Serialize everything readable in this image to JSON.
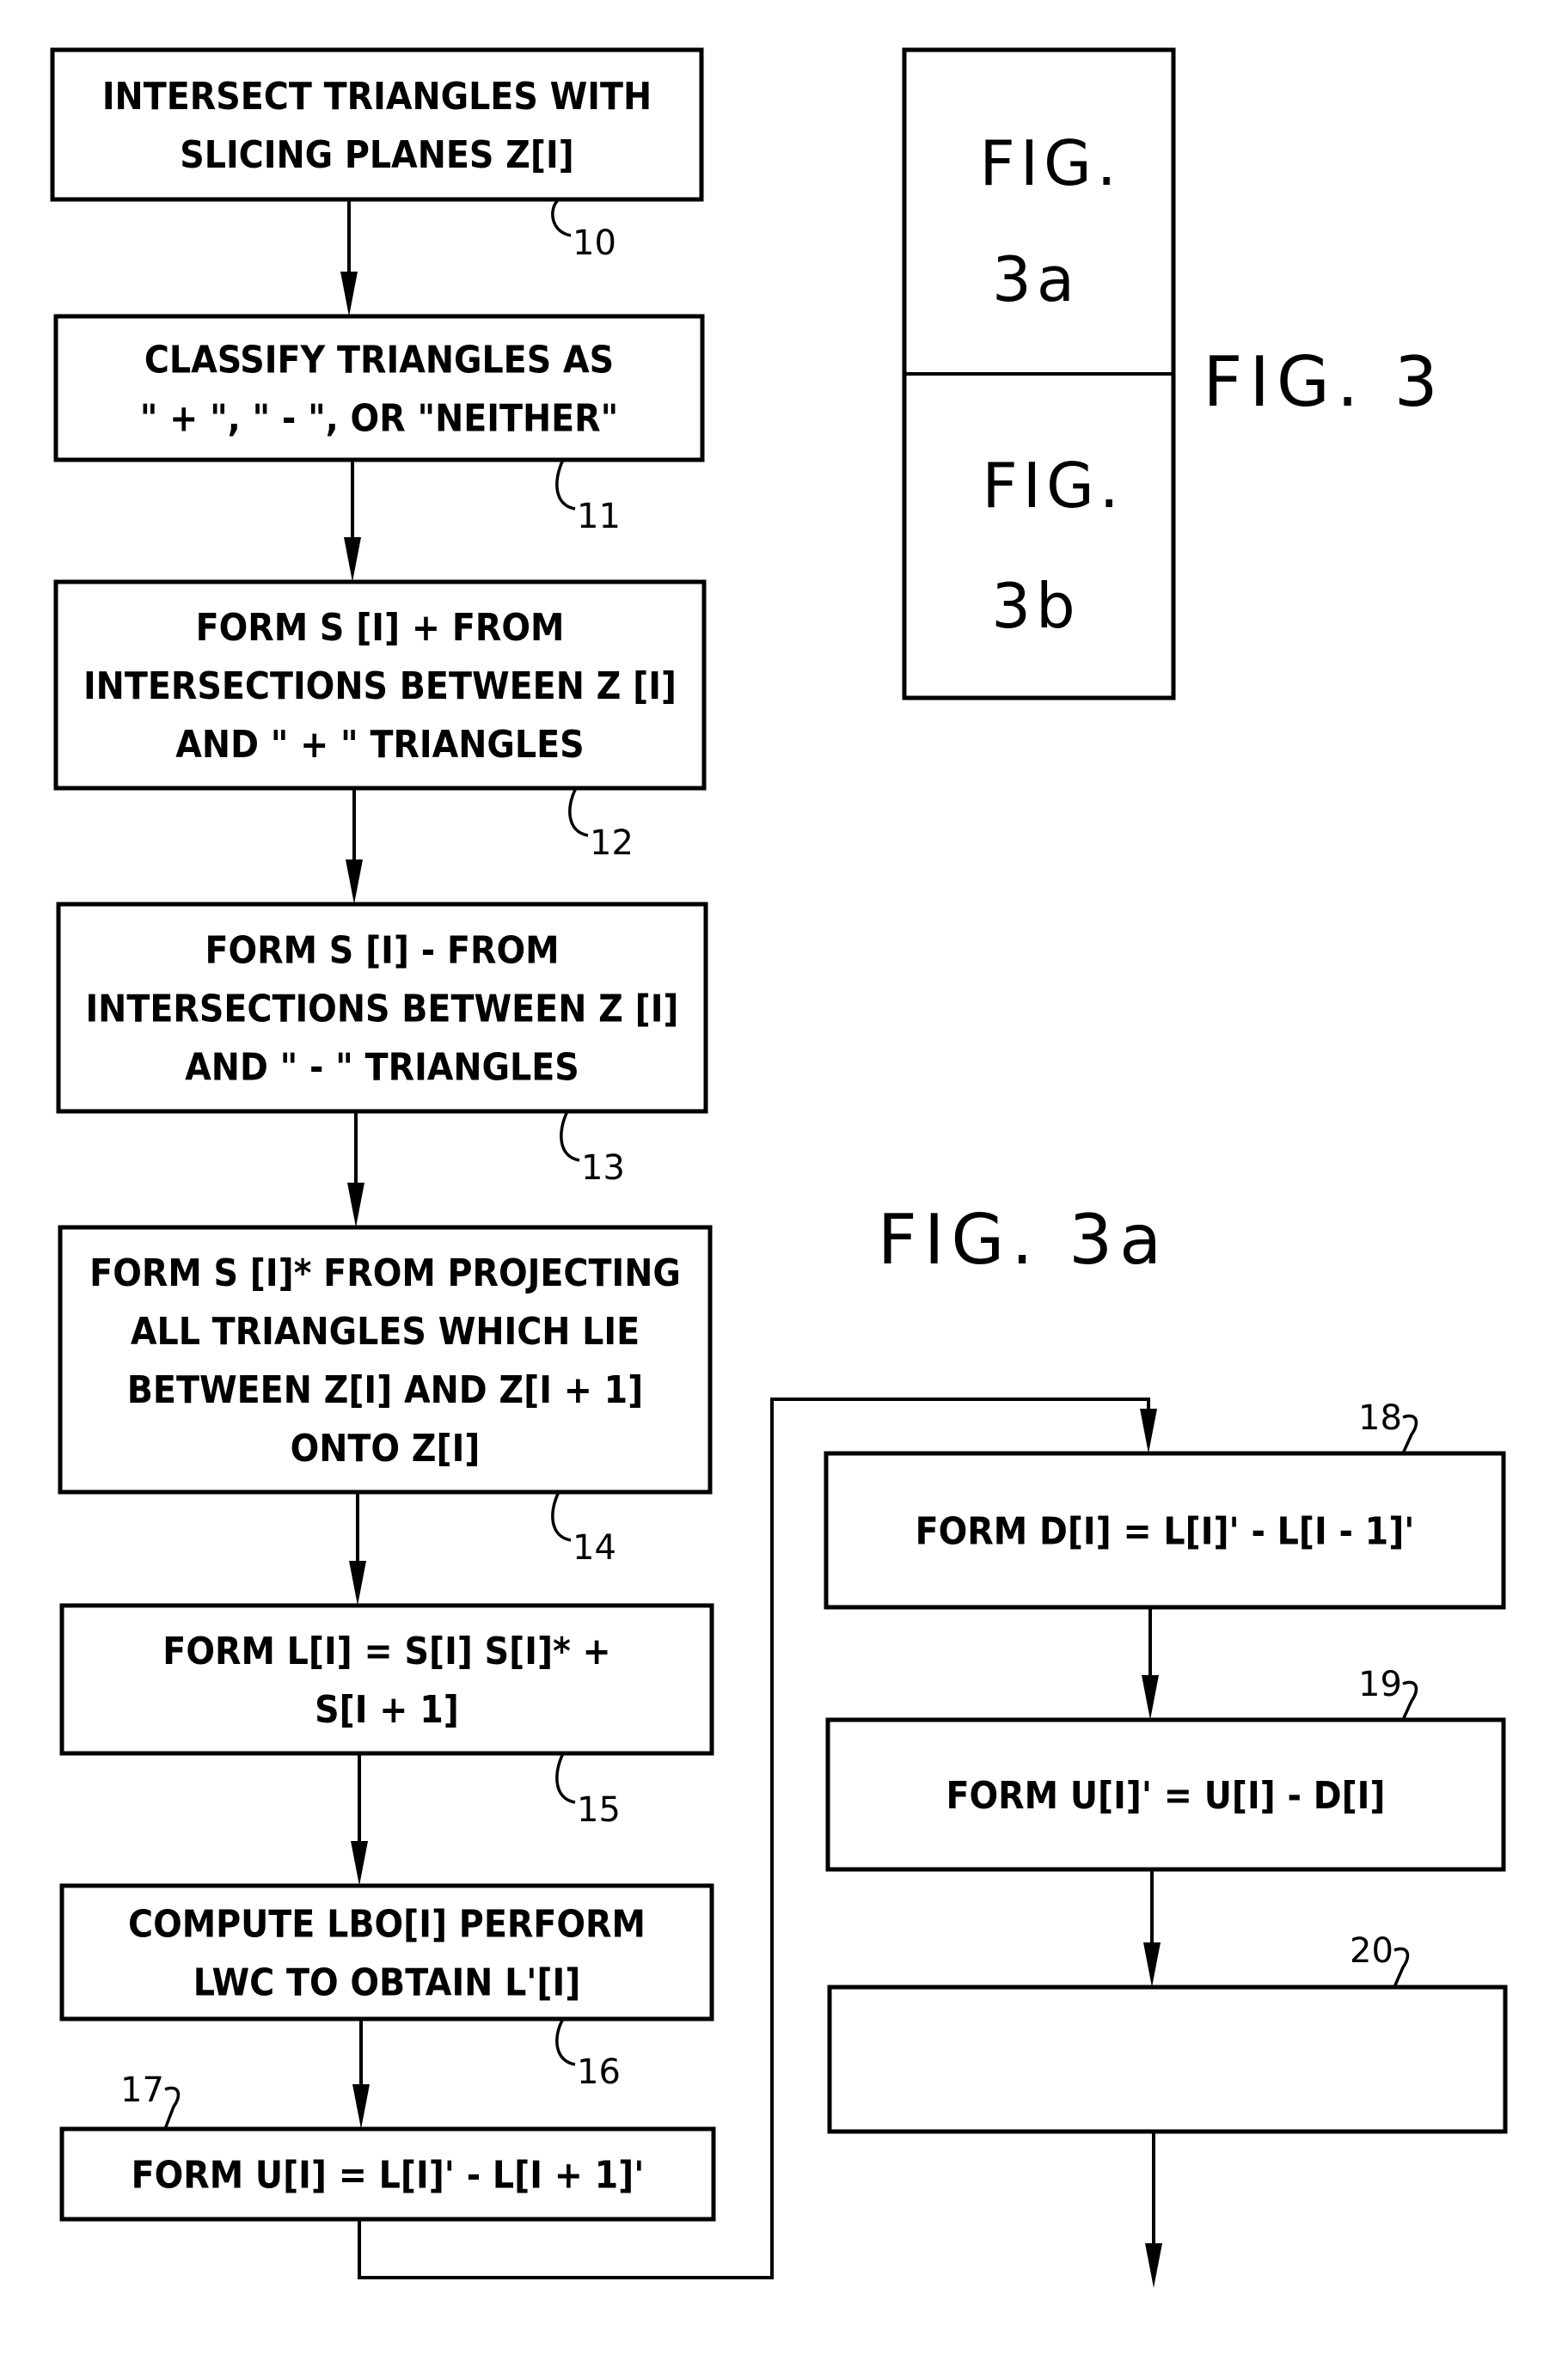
{
  "figure_key": {
    "top_cell": [
      "FIG.",
      "3a"
    ],
    "bottom_cell": [
      "FIG.",
      "3b"
    ],
    "label": "FIG. 3"
  },
  "figure_caption": "FIG. 3a",
  "steps": [
    {
      "ref": "10",
      "lines": [
        "INTERSECT TRIANGLES WITH",
        "SLICING PLANES Z[I]"
      ]
    },
    {
      "ref": "11",
      "lines": [
        "CLASSIFY TRIANGLES AS",
        "\" + \", \" - \", OR \"NEITHER\""
      ]
    },
    {
      "ref": "12",
      "lines": [
        "FORM S [I] + FROM",
        "INTERSECTIONS BETWEEN Z [I]",
        "AND \" + \" TRIANGLES"
      ]
    },
    {
      "ref": "13",
      "lines": [
        "FORM S [I] - FROM",
        "INTERSECTIONS BETWEEN Z [I]",
        "AND \" - \" TRIANGLES"
      ]
    },
    {
      "ref": "14",
      "lines": [
        "FORM S [I]* FROM PROJECTING",
        "ALL TRIANGLES WHICH LIE",
        "BETWEEN Z[I] AND Z[I + 1]",
        "ONTO Z[I]"
      ]
    },
    {
      "ref": "15",
      "lines": [
        "FORM L[I] = S[I] S[I]* +",
        "S[I + 1]"
      ]
    },
    {
      "ref": "16",
      "lines": [
        "COMPUTE LBO[I] PERFORM",
        "LWC TO OBTAIN L'[I]"
      ]
    },
    {
      "ref": "17",
      "lines": [
        "FORM U[I] = L[I]' - L[I + 1]'"
      ]
    },
    {
      "ref": "18",
      "lines": [
        "FORM D[I] = L[I]' - L[I - 1]'"
      ]
    },
    {
      "ref": "19",
      "lines": [
        "FORM U[I]' = U[I] - D[I]"
      ]
    },
    {
      "ref": "20",
      "lines": []
    }
  ]
}
